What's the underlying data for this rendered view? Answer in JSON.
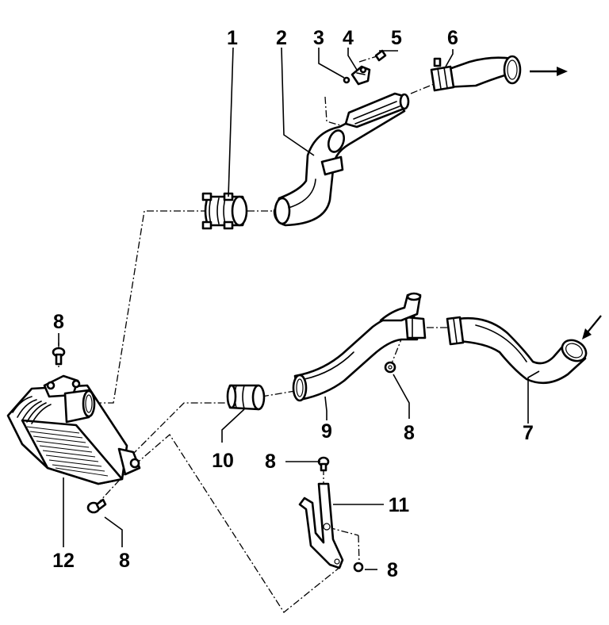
{
  "callouts": {
    "c1": "1",
    "c2": "2",
    "c3": "3",
    "c4": "4",
    "c5": "5",
    "c6": "6",
    "c7": "7",
    "c8a": "8",
    "c8b": "8",
    "c8c": "8",
    "c8d": "8",
    "c8e": "8",
    "c9": "9",
    "c10": "10",
    "c11": "11",
    "c12": "12"
  },
  "icons": {
    "flow_out": "arrow-right-icon",
    "flow_in": "arrow-down-left-icon"
  },
  "colors": {
    "line": "#000000",
    "background": "#ffffff"
  }
}
